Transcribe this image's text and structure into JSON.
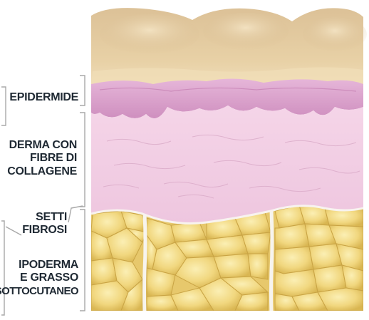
{
  "diagram": {
    "labels": {
      "epidermide": "EPIDERMIDE",
      "derma": [
        "DERMA CON",
        "FIBRE DI",
        "COLLAGENE"
      ],
      "setti": [
        "SETTI",
        "FIBROSI"
      ],
      "ipoderma": [
        "IPODERMA",
        "E GRASSO",
        "SOTTOCUTANEO"
      ]
    },
    "layers": [
      {
        "name": "surface",
        "color": "#e8cfa4"
      },
      {
        "name": "epidermide",
        "color": "#d79ec9"
      },
      {
        "name": "derma",
        "color": "#f1cde3"
      },
      {
        "name": "ipoderma",
        "color": "#f2dc8c"
      }
    ],
    "colors": {
      "label_text": "#1f2933",
      "bracket": "#a8a8a8",
      "septa": "#f7f4ee"
    }
  }
}
